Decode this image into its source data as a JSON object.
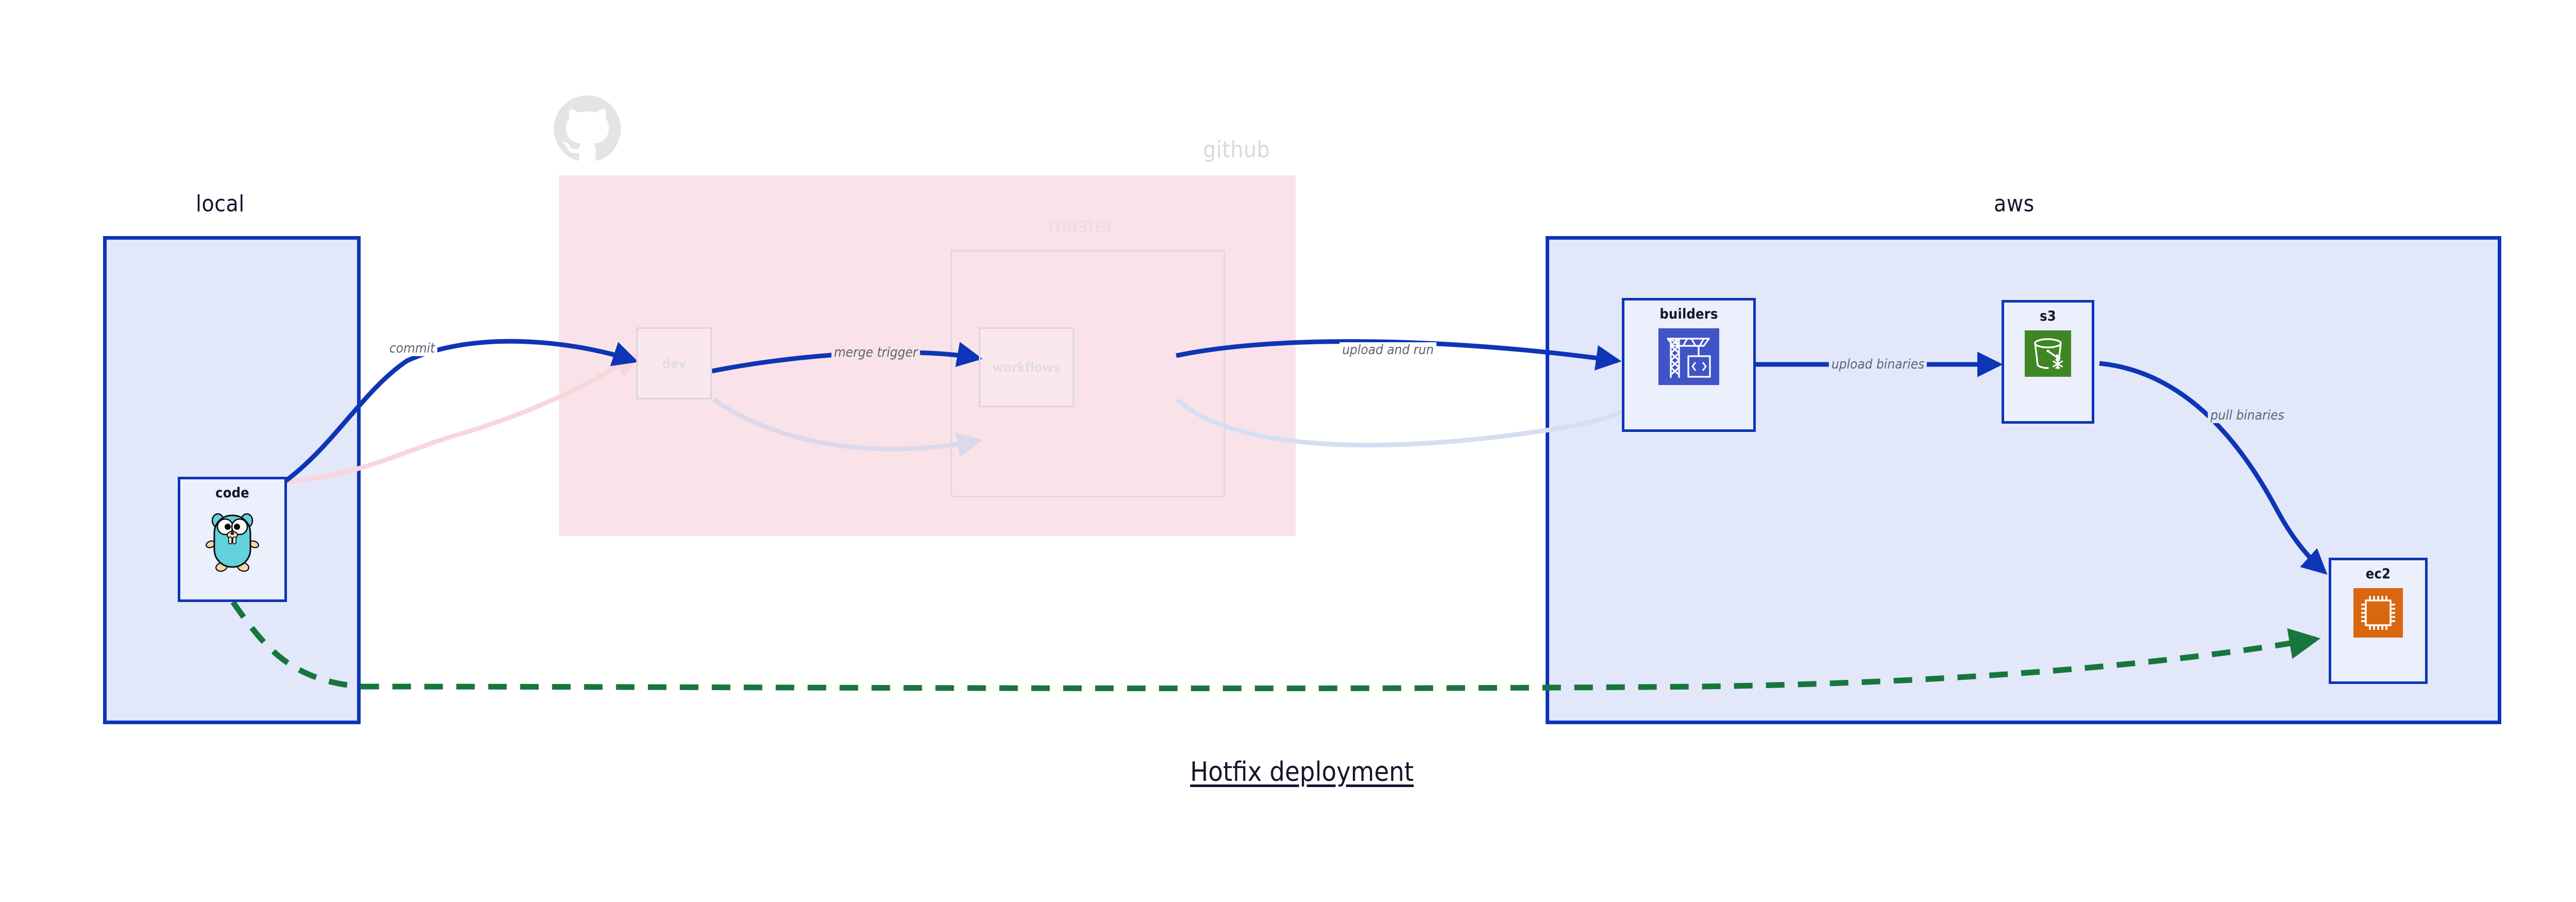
{
  "diagram": {
    "title": "Hotfix deployment",
    "background": "#ffffff"
  },
  "colors": {
    "primary_blue": "#0d35b5",
    "region_blue_fill": "#e2e7fa",
    "region_pink_fill": "#f9e3e8",
    "node_fill": "#eceffc",
    "text_dark": "#12162c",
    "label_gray": "#5d6472",
    "dim_gray": "#dcd3e6",
    "green_dashed": "#17763c",
    "aws_orange": "#d9670f",
    "aws_green": "#3f8624",
    "aws_indigo": "#4054c6",
    "gopher_cyan": "#63d2dd"
  },
  "regions": [
    {
      "id": "local",
      "title": "local",
      "faded": false,
      "nodes": [
        {
          "id": "code",
          "label": "code",
          "icon": "go-gopher-icon"
        }
      ]
    },
    {
      "id": "github",
      "title": "github",
      "faded": true,
      "logo": "github-octocat-icon",
      "subregions": [
        {
          "id": "master",
          "title": "master"
        }
      ],
      "nodes": [
        {
          "id": "dev",
          "label": "dev",
          "icon": "none"
        },
        {
          "id": "workflows",
          "label": "workflows",
          "icon": "none"
        }
      ]
    },
    {
      "id": "aws",
      "title": "aws",
      "faded": false,
      "nodes": [
        {
          "id": "builders",
          "label": "builders",
          "icon": "aws-codebuild-crane-icon"
        },
        {
          "id": "s3",
          "label": "s3",
          "icon": "aws-s3-glacier-bucket-icon"
        },
        {
          "id": "ec2",
          "label": "ec2",
          "icon": "aws-ec2-chip-icon"
        }
      ]
    }
  ],
  "edges": [
    {
      "id": "commit",
      "label": "commit",
      "from": "code",
      "to": "dev",
      "style": "solid",
      "color": "#0d35b5",
      "emphasis": "active"
    },
    {
      "id": "merge-trigger",
      "label": "merge trigger",
      "from": "dev",
      "to": "workflows",
      "style": "solid",
      "color": "#0d35b5",
      "emphasis": "active"
    },
    {
      "id": "upload-and-run",
      "label": "upload and run",
      "from": "workflows",
      "to": "builders",
      "style": "solid",
      "color": "#0d35b5",
      "emphasis": "active"
    },
    {
      "id": "upload-binaries",
      "label": "upload binaries",
      "from": "builders",
      "to": "s3",
      "style": "solid",
      "color": "#0d35b5",
      "emphasis": "active"
    },
    {
      "id": "pull-binaries",
      "label": "pull binaries",
      "from": "s3",
      "to": "ec2",
      "style": "solid",
      "color": "#0d35b5",
      "emphasis": "active"
    },
    {
      "id": "hotfix-direct",
      "label": "",
      "from": "code",
      "to": "ec2",
      "style": "dashed",
      "color": "#17763c",
      "emphasis": "highlight"
    },
    {
      "id": "faded-code-dev",
      "label": "",
      "from": "code",
      "to": "dev",
      "style": "solid",
      "color": "#f7d6dd",
      "emphasis": "faded"
    },
    {
      "id": "faded-dev-wf",
      "label": "",
      "from": "dev",
      "to": "workflows",
      "style": "solid",
      "color": "#ddd8ec",
      "emphasis": "faded"
    },
    {
      "id": "faded-wf-build",
      "label": "",
      "from": "workflows",
      "to": "builders",
      "style": "solid",
      "color": "#d7ddf4",
      "emphasis": "faded"
    }
  ]
}
